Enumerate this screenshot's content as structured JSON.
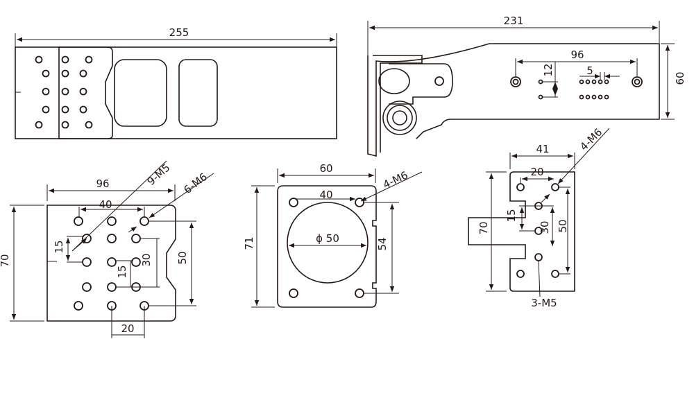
{
  "top_left_view": {
    "length": "255"
  },
  "top_right_view": {
    "length": "231",
    "height": "60",
    "hole_spacing": "96",
    "row_offset": "12",
    "pitch": "5"
  },
  "bottom_left_plate": {
    "width": "96",
    "height": "70",
    "hole_span": "40",
    "m5_label": "9-M5",
    "m6_label": "6-M6",
    "row_pitch": "15",
    "inner_pitch": "15",
    "inner_span": "30",
    "outer_span": "50",
    "col_pitch": "20"
  },
  "middle_plate": {
    "width": "60",
    "height": "71",
    "hole_span": "40",
    "hole_label": "4-M6",
    "bore": "ϕ 50",
    "vertical_span": "54"
  },
  "right_plate": {
    "width": "41",
    "height": "70",
    "hole_span": "20",
    "m6_label": "4-M6",
    "m5_label": "3-M5",
    "pitch": "15",
    "span_30": "30",
    "span_50": "50"
  }
}
